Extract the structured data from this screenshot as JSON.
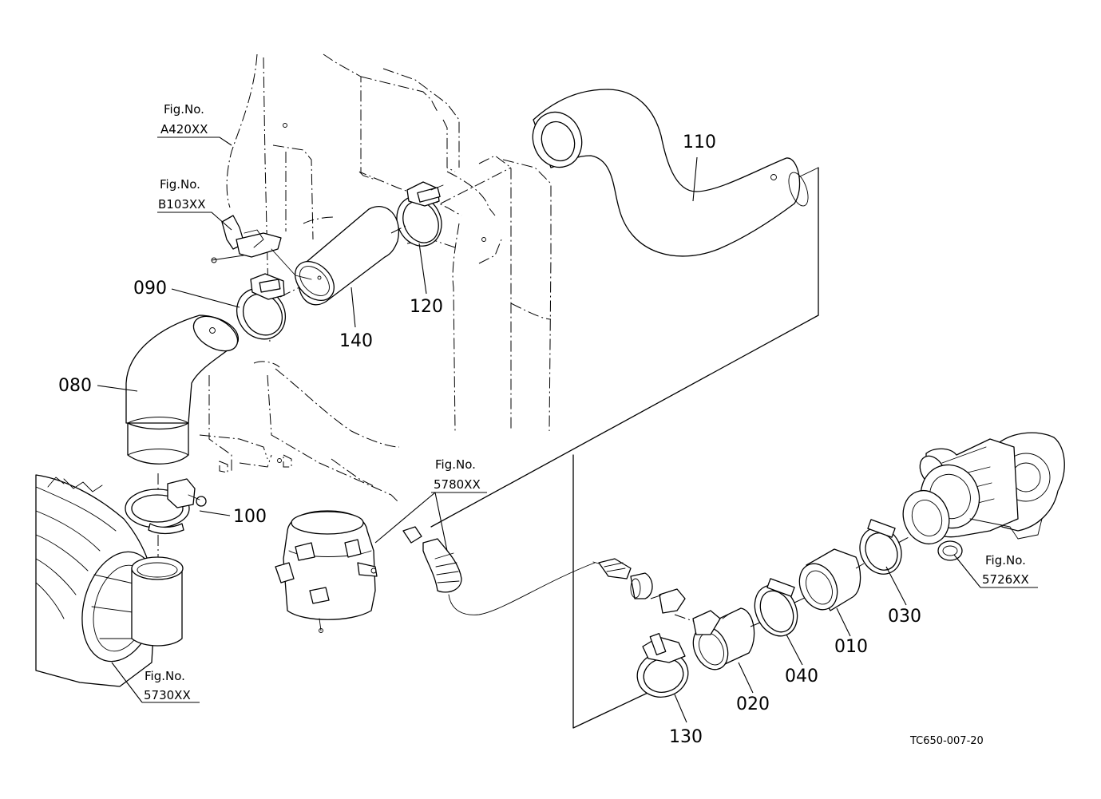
{
  "parts": [
    {
      "id": "p110",
      "label": "110"
    },
    {
      "id": "p090",
      "label": "090"
    },
    {
      "id": "p120",
      "label": "120"
    },
    {
      "id": "p140",
      "label": "140"
    },
    {
      "id": "p080",
      "label": "080"
    },
    {
      "id": "p100",
      "label": "100"
    },
    {
      "id": "p030",
      "label": "030"
    },
    {
      "id": "p010",
      "label": "010"
    },
    {
      "id": "p040",
      "label": "040"
    },
    {
      "id": "p020",
      "label": "020"
    },
    {
      "id": "p130",
      "label": "130"
    }
  ],
  "figure_refs": [
    {
      "title": "Fig.No.",
      "number": "A420XX"
    },
    {
      "title": "Fig.No.",
      "number": "B103XX"
    },
    {
      "title": "Fig.No.",
      "number": "5780XX"
    },
    {
      "title": "Fig.No.",
      "number": "5726XX"
    },
    {
      "title": "Fig.No.",
      "number": "5730XX"
    }
  ],
  "drawing_code": "TC650-007-20"
}
